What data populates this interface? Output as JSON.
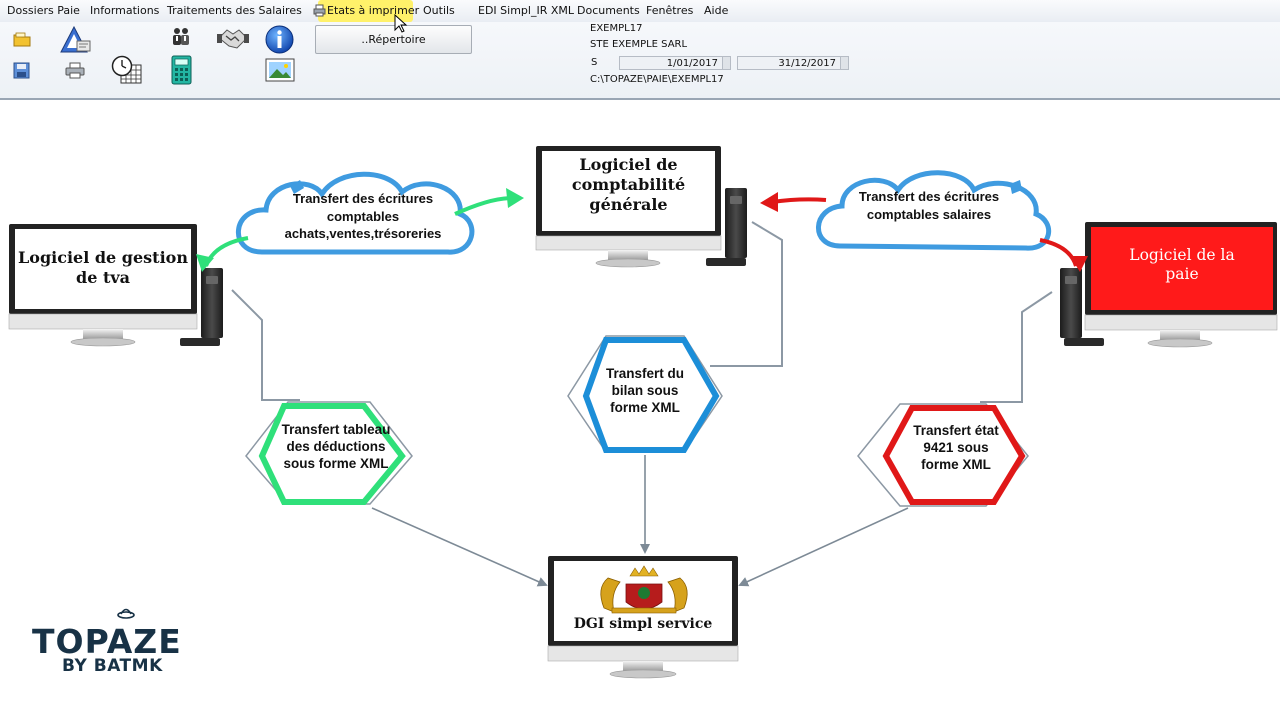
{
  "menu": {
    "items": [
      "Dossiers Paie",
      "Informations",
      "Traitements des Salaires",
      "Etats à imprimer",
      "Outils",
      "EDI Simpl_IR XML",
      "Documents",
      "Fenêtres",
      "Aide"
    ]
  },
  "toolbar": {
    "repertoire_label": "..Répertoire",
    "icons": [
      "folder-icon",
      "wizard-icon",
      "employees-icon",
      "handshake-icon",
      "info-icon",
      "save-icon",
      "print-icon",
      "clock-calendar-icon",
      "calculator-icon",
      "image-icon"
    ]
  },
  "company": {
    "code": "EXEMPL17",
    "name": "STE EXEMPLE SARL",
    "period_label": "S",
    "start_date": "1/01/2017",
    "end_date": "31/12/2017",
    "path": "C:\\TOPAZE\\PAIE\\EXEMPL17"
  },
  "diagram": {
    "comptabilite": "Logiciel de comptabilité générale",
    "tva": "Logiciel de gestion de tva",
    "paie": "Logiciel de la paie",
    "dgi": "DGI simpl service",
    "cloud_left": "Transfert des écritures comptables achats,ventes,trésoreries",
    "cloud_right": "Transfert des écritures comptables salaires",
    "hex_left": "Transfert tableau des déductions sous forme XML",
    "hex_center": "Transfert du bilan sous forme XML",
    "hex_right": "Transfert état 9421 sous forme XML",
    "colors": {
      "green": "#2fe07a",
      "blue": "#1c8ed8",
      "red": "#e01818",
      "paie_screen": "#ff1a1a",
      "cloud": "#3f9be0"
    }
  },
  "brand": {
    "name": "TOPAZE",
    "tagline": "BY BATMK"
  }
}
